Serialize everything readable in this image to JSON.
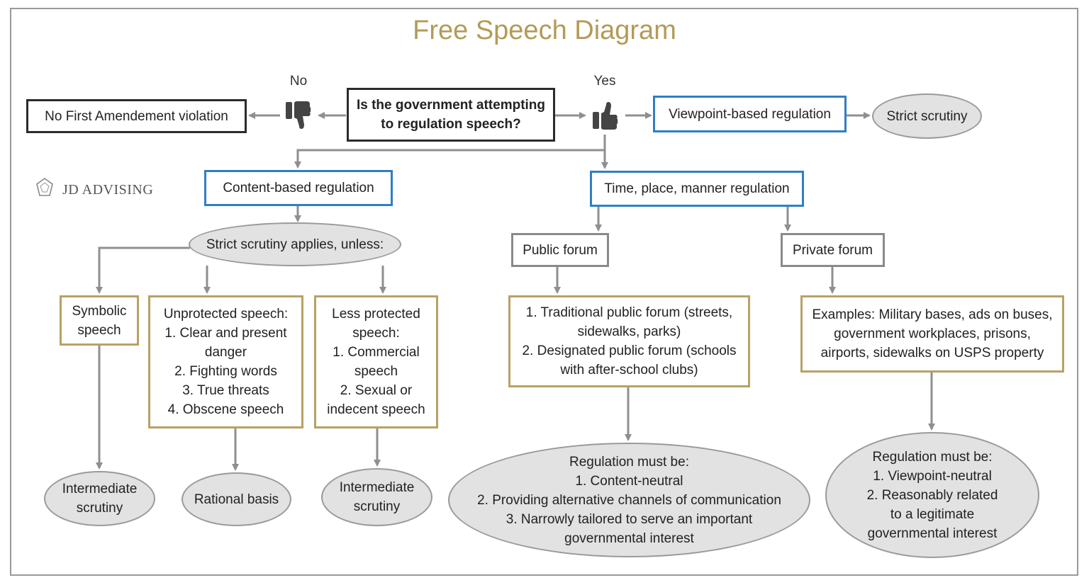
{
  "title": "Free Speech Diagram",
  "brand": "JD ADVISING",
  "labels": {
    "no": "No",
    "yes": "Yes"
  },
  "icons": {
    "thumbs_down": "thumbs-down-icon",
    "thumbs_up": "thumbs-up-icon",
    "logo": "jd-advising-logo-icon"
  },
  "nodes": {
    "question": "Is the government attempting\nto regulation speech?",
    "no_violation": "No First Amendement violation",
    "viewpoint": "Viewpoint-based regulation",
    "strict_scrutiny": "Strict scrutiny",
    "content_based": "Content-based regulation",
    "tpm": "Time, place, manner regulation",
    "strict_unless": "Strict scrutiny applies, unless:",
    "symbolic": "Symbolic\nspeech",
    "unprotected": "Unprotected speech:\n1. Clear and present\ndanger\n2. Fighting words\n3. True threats\n4. Obscene speech",
    "less_protected": "Less protected\nspeech:\n1. Commercial\nspeech\n2. Sexual or\nindecent speech",
    "public_forum": "Public forum",
    "private_forum": "Private forum",
    "public_examples": "1. Traditional public forum (streets,\nsidewalks, parks)\n2. Designated public forum (schools\nwith after-school clubs)",
    "private_examples": "Examples: Military bases, ads on buses,\ngovernment workplaces, prisons,\nairports, sidewalks on USPS property",
    "intermediate_1": "Intermediate\nscrutiny",
    "rational_basis": "Rational basis",
    "intermediate_2": "Intermediate\nscrutiny",
    "public_reg": "Regulation must be:\n1. Content-neutral\n2. Providing alternative channels of communication\n3. Narrowly tailored to serve an important\ngovernmental interest",
    "private_reg": "Regulation must be:\n1. Viewpoint-neutral\n2. Reasonably related\nto a legitimate\ngovernmental interest"
  },
  "colors": {
    "title": "#b39b57",
    "blue_border": "#2f7fc3",
    "gold_border": "#b8a165",
    "oval_fill": "#e2e2e2",
    "arrow": "#8f8f8f"
  }
}
